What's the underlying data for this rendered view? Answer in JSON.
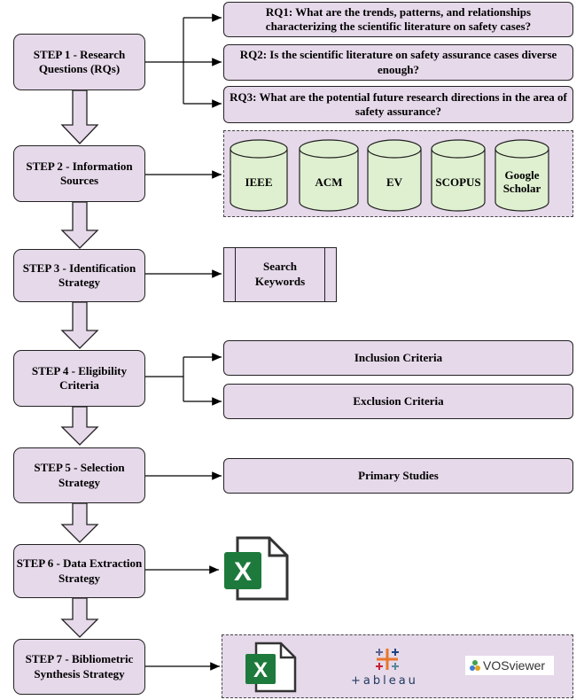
{
  "steps": [
    {
      "label": "STEP 1 - Research Questions (RQs)"
    },
    {
      "label": "STEP 2 - Information Sources"
    },
    {
      "label": "STEP 3 - Identification Strategy"
    },
    {
      "label": "STEP 4 - Eligibility Criteria"
    },
    {
      "label": "STEP 5 - Selection Strategy"
    },
    {
      "label": "STEP 6 - Data Extraction Strategy"
    },
    {
      "label": "STEP 7 - Bibliometric Synthesis Strategy"
    }
  ],
  "research_questions": [
    {
      "text": "RQ1: What are the trends, patterns, and relationships characterizing the scientific literature on safety cases?"
    },
    {
      "text": "RQ2: Is the scientific literature on safety assurance cases diverse enough?"
    },
    {
      "text": "RQ3: What are the potential future research directions in the area of safety assurance?"
    }
  ],
  "sources": [
    "IEEE",
    "ACM",
    "EV",
    "SCOPUS",
    "Google Scholar"
  ],
  "identification": {
    "label": "Search Keywords"
  },
  "criteria": [
    {
      "label": "Inclusion Criteria"
    },
    {
      "label": "Exclusion Criteria"
    }
  ],
  "selection": {
    "label": "Primary Studies"
  },
  "tools": {
    "tableau": "+ableau",
    "vosviewer": "VOSviewer"
  },
  "colors": {
    "box_fill": "#e6d9ea",
    "cylinder_fill": "#dff0d0",
    "excel_green": "#1e7a3c",
    "tableau_blue": "#1f3a60"
  }
}
